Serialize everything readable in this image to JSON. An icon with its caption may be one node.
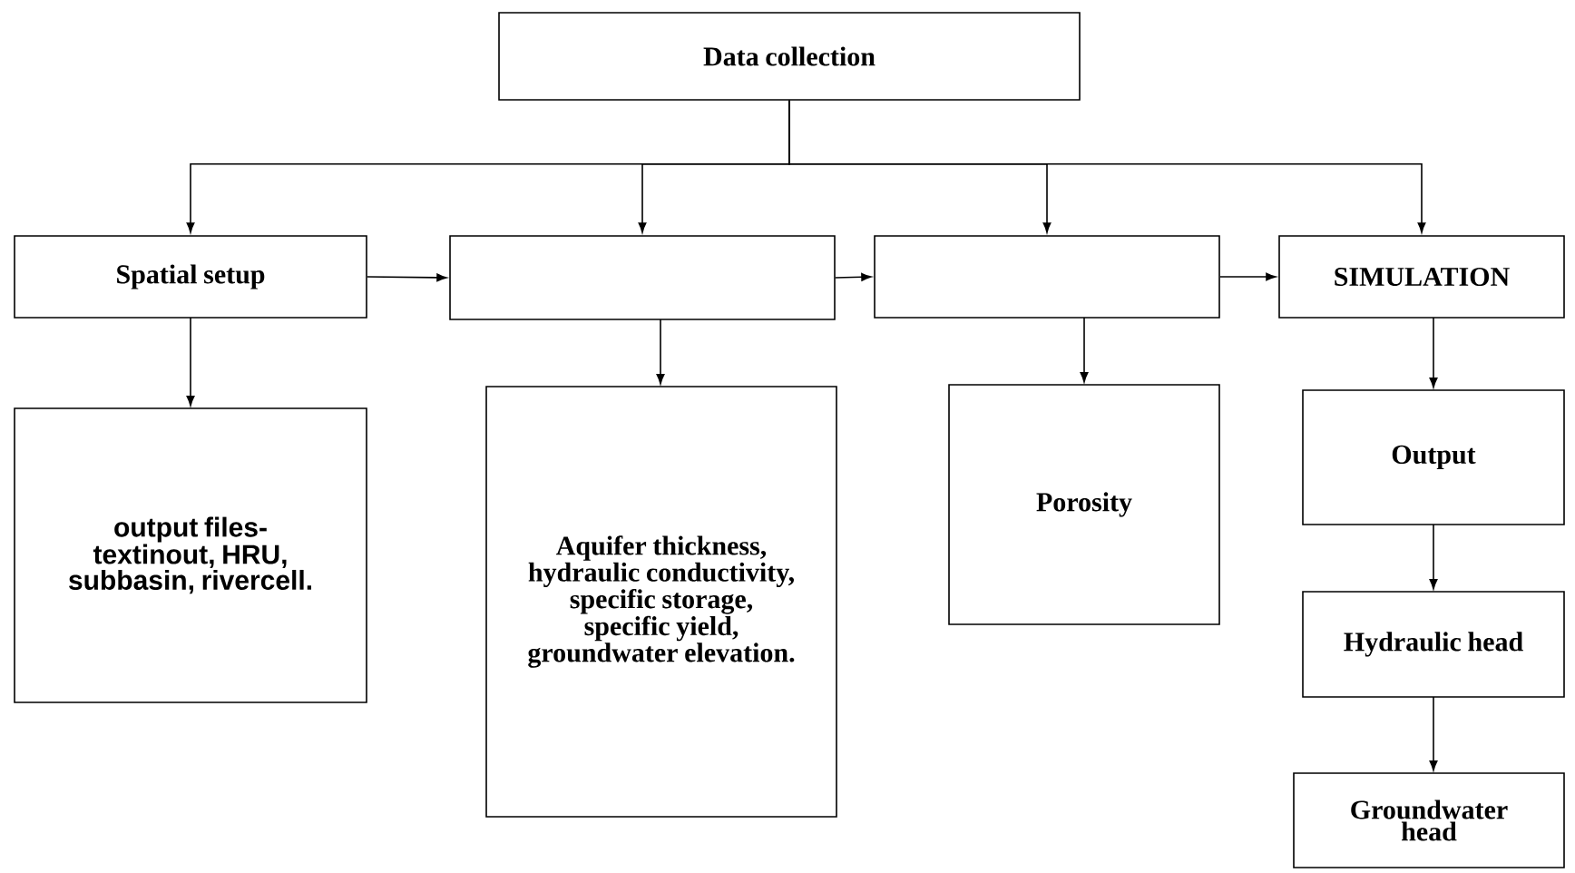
{
  "diagram": {
    "nodes": [
      {
        "text": [
          "Data collection"
        ]
      },
      {
        "text": [
          "Spatial setup"
        ]
      },
      {
        "text": [],
        "shape": "box"
      },
      {
        "text": [],
        "shape": "box"
      },
      {
        "text": [
          "SIMULATION"
        ]
      },
      {
        "text": [
          "output files- textinout, HRU, subbasin, rivercell."
        ]
      },
      {
        "text": [
          "Aquifer thickness, hydraulic conductivity, specific storage, specific yield, groundwater elevation."
        ]
      },
      {
        "text": [
          "Porosity"
        ]
      },
      {
        "text": [
          "Output"
        ]
      },
      {
        "text": [
          "Hydraulic head"
        ]
      },
      {
        "text": [
          "Groundwater head"
        ]
      }
    ],
    "edges": [
      {
        "from": 0,
        "to": 1,
        "arrow": "to"
      },
      {
        "from": 0,
        "to": 2,
        "arrow": "to"
      },
      {
        "from": 0,
        "to": 3,
        "arrow": "to"
      },
      {
        "from": 0,
        "to": 4,
        "arrow": "to"
      },
      {
        "from": 1,
        "to": 2,
        "arrow": "to"
      },
      {
        "from": 2,
        "to": 3,
        "arrow": "to"
      },
      {
        "from": 3,
        "to": 4,
        "arrow": "to"
      },
      {
        "from": 1,
        "to": 5,
        "arrow": "to"
      },
      {
        "from": 2,
        "to": 6,
        "arrow": "to"
      },
      {
        "from": 3,
        "to": 7,
        "arrow": "to"
      },
      {
        "from": 4,
        "to": 8,
        "arrow": "to"
      },
      {
        "from": 8,
        "to": 9,
        "arrow": "to"
      },
      {
        "from": 9,
        "to": 10,
        "arrow": "to"
      }
    ]
  }
}
